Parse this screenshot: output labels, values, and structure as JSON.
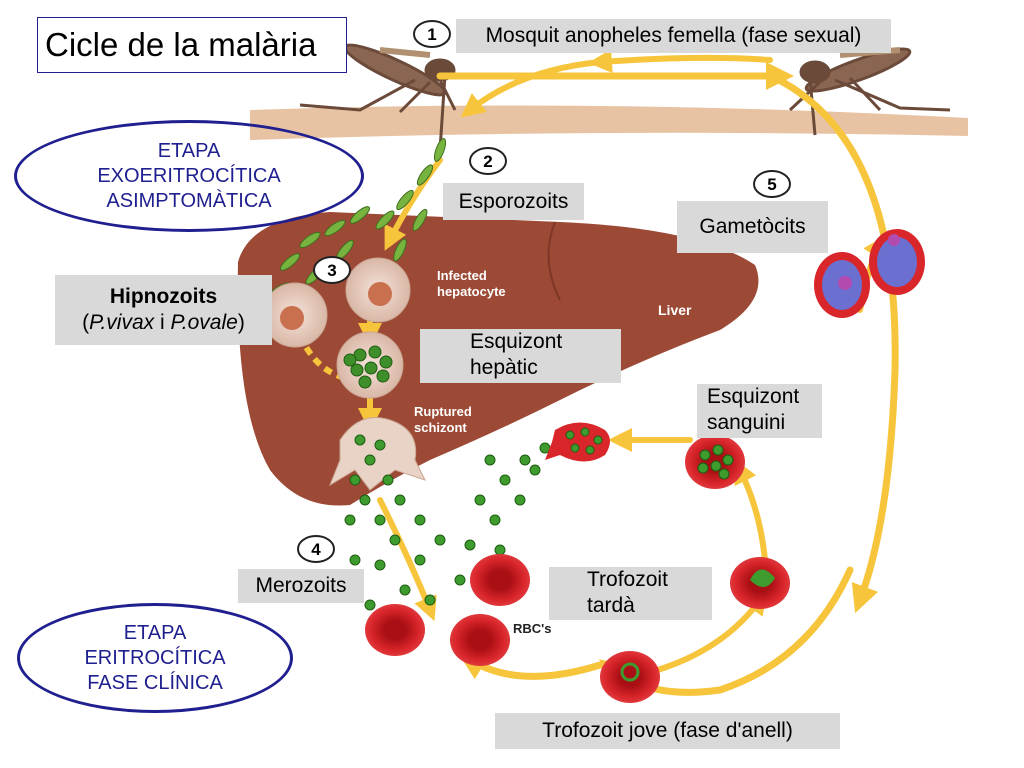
{
  "title": "Cicle de la malària",
  "steps": [
    "1",
    "2",
    "3",
    "4",
    "5"
  ],
  "labels": {
    "mosquit": "Mosquit anopheles femella (fase sexual)",
    "esporozoits": "Esporozoits",
    "gametocits": "Gametòcits",
    "hipnozoits_title": "Hipnozoits",
    "hipnozoits_open": "(",
    "hipnozoits_vivax": "P.vivax",
    "hipnozoits_and": " i ",
    "hipnozoits_ovale": "P.ovale",
    "hipnozoits_close": ")",
    "esquizont_hepatic_1": "Esquizont",
    "esquizont_hepatic_2": "hepàtic",
    "esquizont_sanguini_1": "Esquizont",
    "esquizont_sanguini_2": "sanguini",
    "merozoits": "Merozoits",
    "trofozoit_tarda_1": "Trofozoit",
    "trofozoit_tarda_2": "tardà",
    "trofozoit_jove": "Trofozoit jove (fase d'anell)"
  },
  "etapa_exo": [
    "ETAPA",
    "EXOERITROCÍTICA",
    "ASIMPTOMÀTICA"
  ],
  "etapa_eri": [
    "ETAPA",
    "ERITROCÍTICA",
    "FASE CLÍNICA"
  ],
  "figure_text": {
    "infected_1": "Infected",
    "infected_2": "hepatocyte",
    "liver": "Liver",
    "ruptured_1": "Ruptured",
    "ruptured_2": "schizont",
    "rbcs": "RBC's"
  },
  "colors": {
    "skin": "#e8c3a3",
    "liver": "#9c4a36",
    "arrow": "#f7c53b",
    "rbc": "#d9262b",
    "sporozoite": "#77b43f",
    "ellipse": "#1f1f8f",
    "label_bg": "#d9d9d9"
  }
}
